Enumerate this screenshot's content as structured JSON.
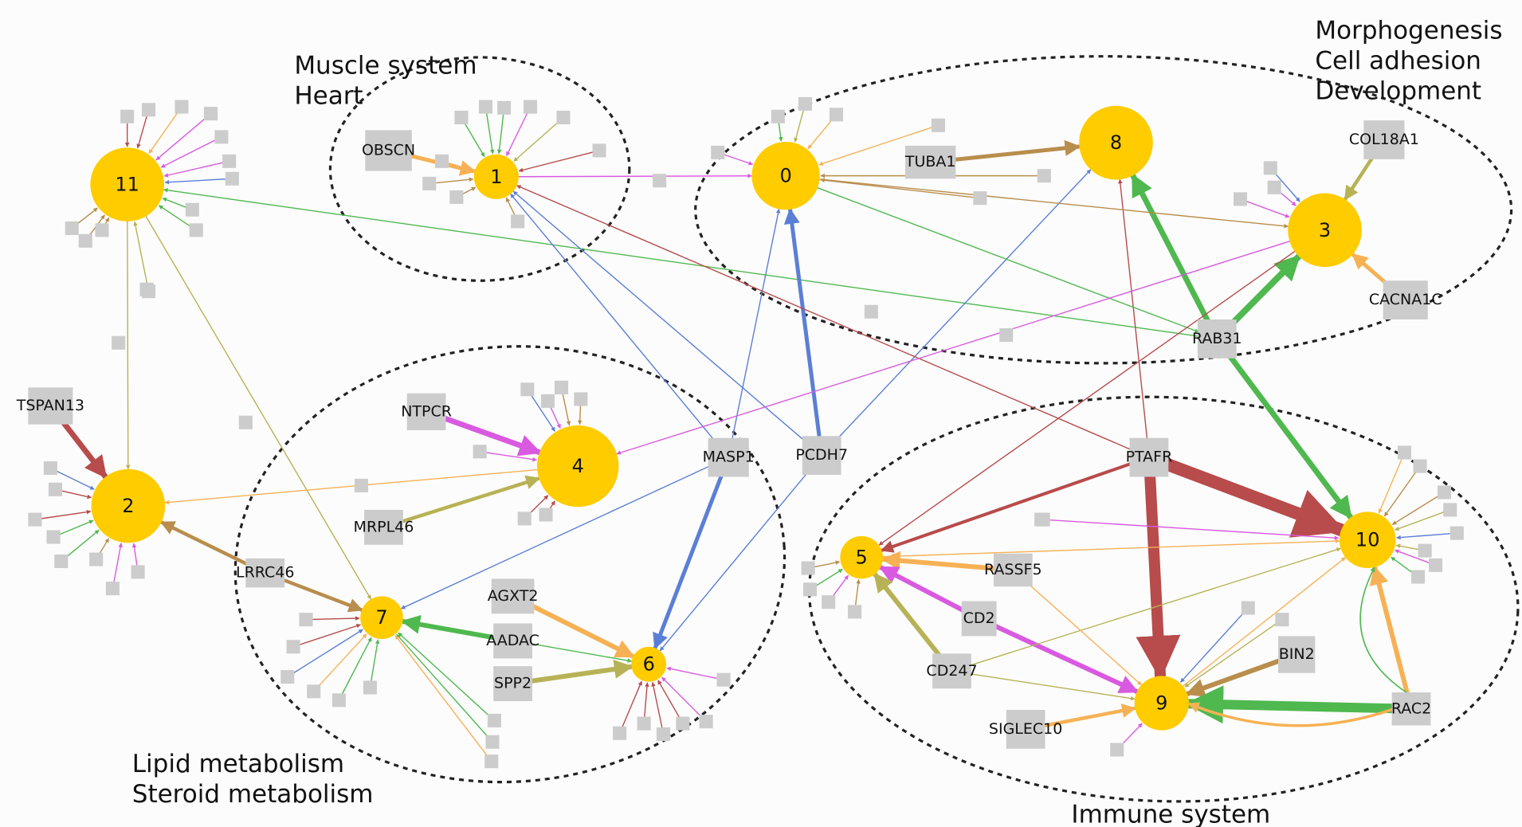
{
  "colors": {
    "hub": "#ffcc00",
    "gene_box": "#cccccc",
    "red": "#b84b4b",
    "green": "#4fb84f",
    "blue": "#5b7fd6",
    "orange": "#f7b155",
    "magenta": "#d95ae0",
    "olive": "#b7b255",
    "brown": "#b98d4c",
    "cluster_outline": "#222222"
  },
  "cluster_labels": [
    [
      "Muscle system",
      "Heart"
    ],
    [
      "Morphogenesis",
      "Cell adhesion",
      "Development"
    ],
    [
      "Lipid metabolism",
      "Steroid metabolism"
    ],
    [
      "Immune system"
    ]
  ],
  "hubs": [
    "0",
    "1",
    "2",
    "3",
    "4",
    "5",
    "6",
    "7",
    "8",
    "9",
    "10",
    "11"
  ],
  "genes": [
    "OBSCN",
    "TUBA1",
    "COL18A1",
    "CACNA1C",
    "RAB31",
    "TSPAN13",
    "NTPCR",
    "MASP1",
    "PCDH7",
    "PTAFR",
    "MRPL46",
    "LRRC46",
    "AGXT2",
    "AADAC",
    "SPP2",
    "RASSF5",
    "CD2",
    "CD247",
    "BIN2",
    "SIGLEC10",
    "RAC2"
  ]
}
